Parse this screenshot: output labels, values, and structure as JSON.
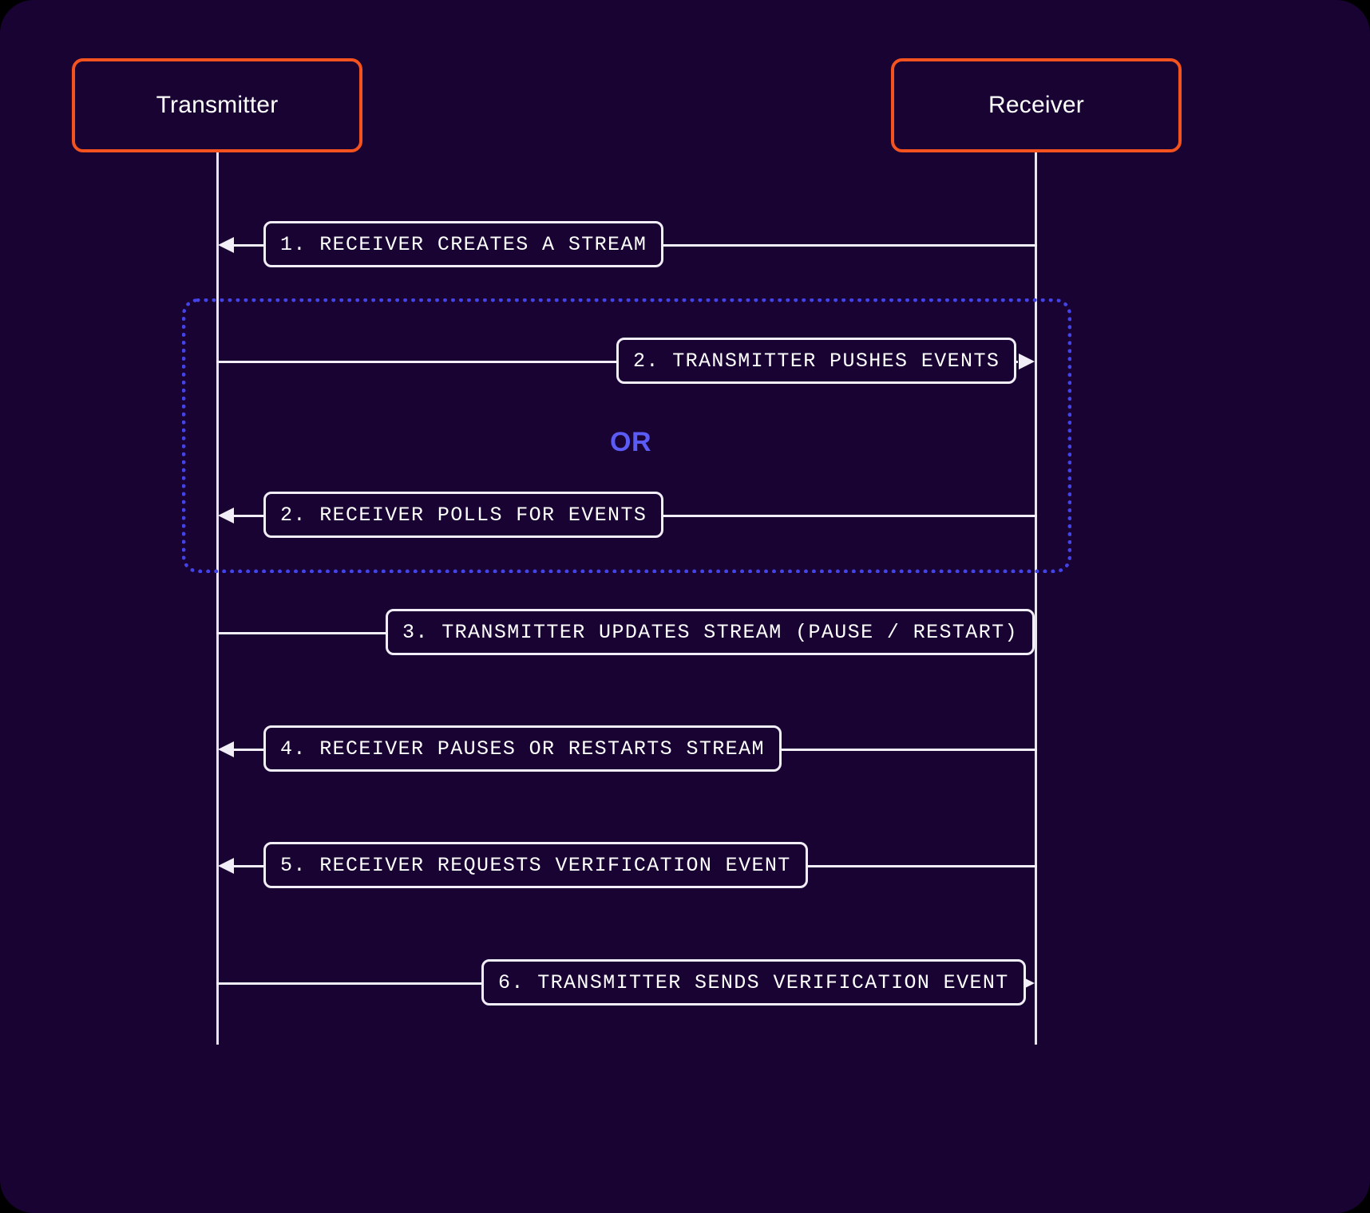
{
  "diagram": {
    "type": "sequence-diagram",
    "title": "",
    "background_color": "#190333",
    "participant_border_color": "#F4521E",
    "message_color": "#F2EEF8",
    "fragment_color": "#4343E8",
    "or_label_color": "#5B5BF5"
  },
  "participants": [
    {
      "id": "transmitter",
      "label": "Transmitter"
    },
    {
      "id": "receiver",
      "label": "Receiver"
    }
  ],
  "fragment": {
    "operator_label": "OR"
  },
  "messages": [
    {
      "number": "1",
      "label": "1. RECEIVER CREATES A STREAM",
      "from": "receiver",
      "to": "transmitter",
      "direction": "left"
    },
    {
      "number": "2",
      "label": "2. TRANSMITTER PUSHES EVENTS",
      "from": "transmitter",
      "to": "receiver",
      "direction": "right"
    },
    {
      "number": "2",
      "label": "2. RECEIVER POLLS FOR EVENTS",
      "from": "receiver",
      "to": "transmitter",
      "direction": "left"
    },
    {
      "number": "3",
      "label": "3. TRANSMITTER UPDATES STREAM (PAUSE / RESTART)",
      "from": "transmitter",
      "to": "receiver",
      "direction": "right"
    },
    {
      "number": "4",
      "label": "4. RECEIVER PAUSES OR RESTARTS STREAM",
      "from": "receiver",
      "to": "transmitter",
      "direction": "left"
    },
    {
      "number": "5",
      "label": "5. RECEIVER REQUESTS VERIFICATION EVENT",
      "from": "receiver",
      "to": "transmitter",
      "direction": "left"
    },
    {
      "number": "6",
      "label": "6. TRANSMITTER SENDS VERIFICATION EVENT",
      "from": "transmitter",
      "to": "receiver",
      "direction": "right"
    }
  ]
}
